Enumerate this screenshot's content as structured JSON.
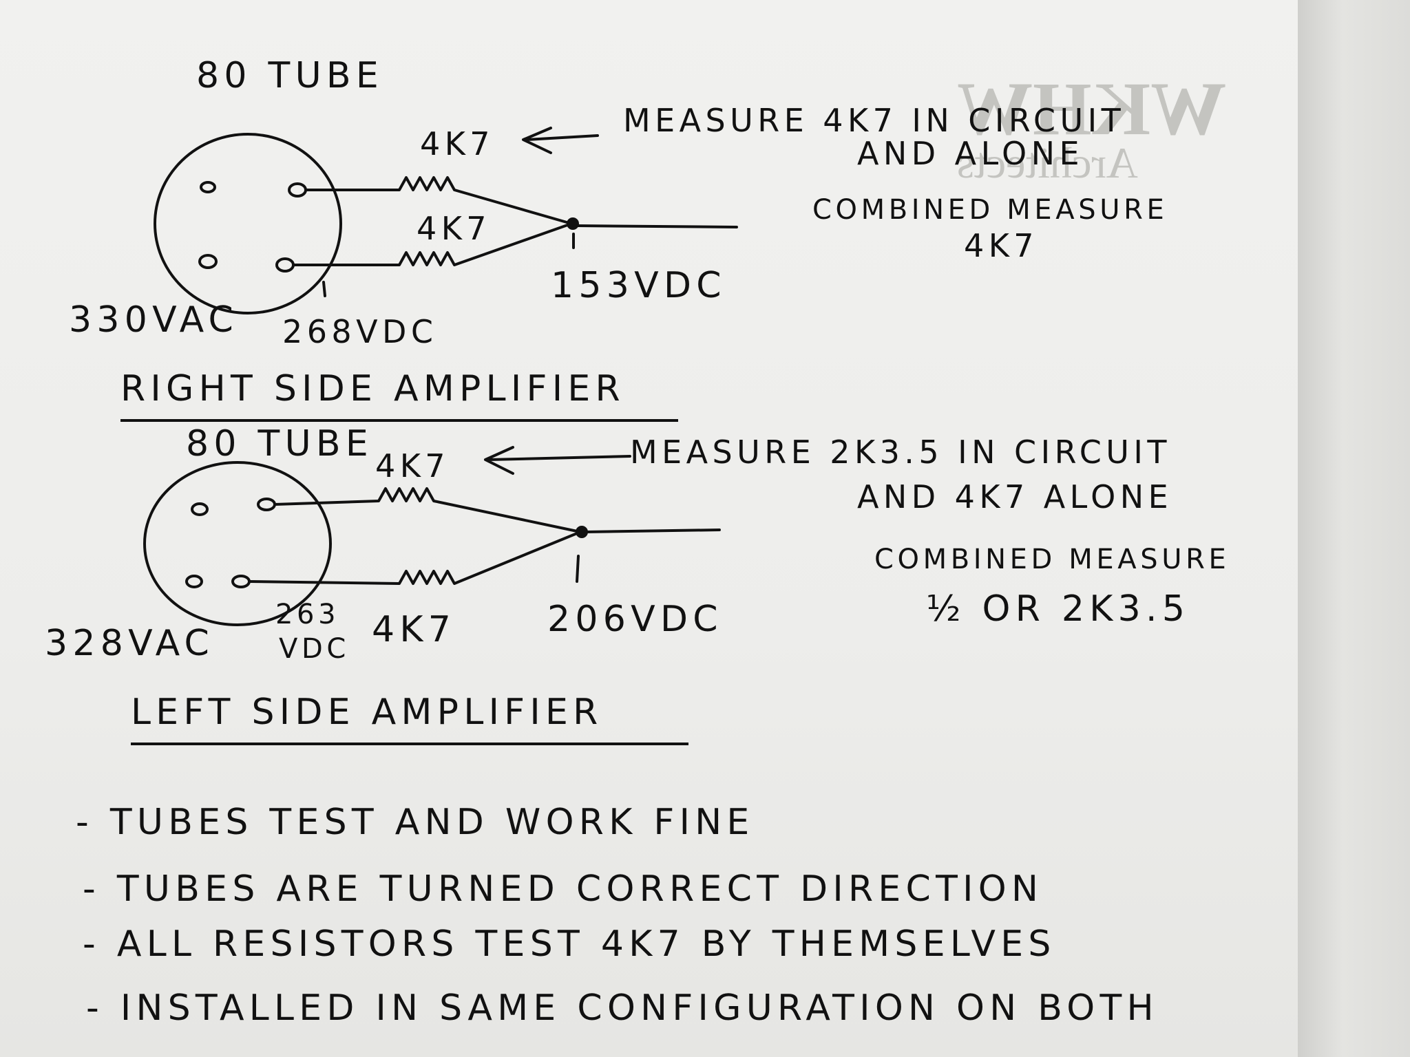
{
  "right": {
    "tube": "80 TUBE",
    "r_top": "4K7",
    "r_mid": "4K7",
    "note1": "MEASURE 4K7 IN CIRCUIT",
    "note2": "AND ALONE",
    "note3": "COMBINED MEASURE",
    "note4": "4K7",
    "v_out": "153VDC",
    "v_ac": "330VAC",
    "v_dc": "268VDC",
    "title": "RIGHT SIDE AMPLIFIER"
  },
  "left": {
    "tube": "80 TUBE",
    "r_top": "4K7",
    "r_bot": "4K7",
    "note1": "MEASURE 2K3.5 IN CIRCUIT",
    "note2": "AND 4K7 ALONE",
    "note3": "COMBINED MEASURE",
    "note4": "½ OR 2K3.5",
    "v_out": "206VDC",
    "v_ac": "328VAC",
    "v_dc_a": "263",
    "v_dc_b": "VDC",
    "title": "LEFT SIDE AMPLIFIER"
  },
  "notes": [
    "- TUBES TEST AND WORK FINE",
    "- TUBES ARE TURNED CORRECT DIRECTION",
    "- ALL RESISTORS TEST 4K7 BY THEMSELVES",
    "- INSTALLED IN SAME CONFIGURATION ON BOTH"
  ]
}
